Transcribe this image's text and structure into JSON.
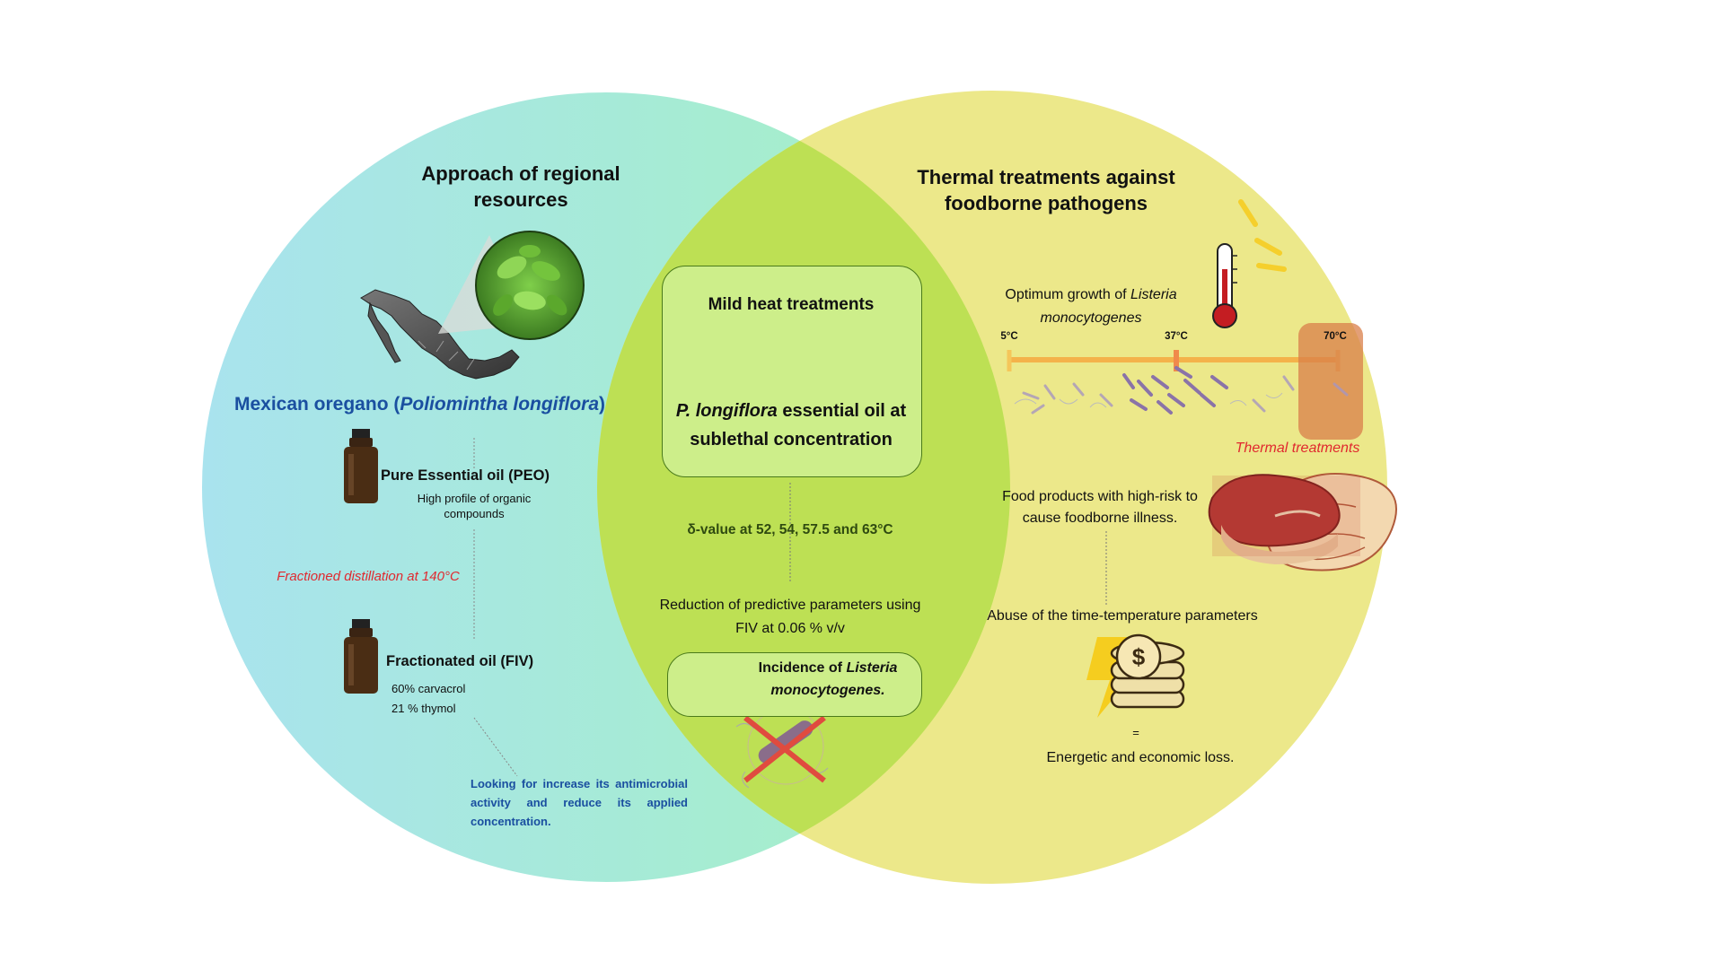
{
  "left": {
    "title": "Approach of regional resources",
    "oregano_prefix": "Mexican oregano (",
    "oregano_species": "Poliomintha longiflora",
    "oregano_suffix": ")",
    "peo_title": "Pure Essential oil (PEO)",
    "peo_desc": "High profile of organic compounds",
    "distillation": "Fractioned distillation at 140°C",
    "fiv_title": "Fractionated oil (FIV)",
    "fiv_line1": "60% carvacrol",
    "fiv_line2": "21 % thymol",
    "goal": "Looking for increase its antimicrobial activity and reduce its applied concentration."
  },
  "center": {
    "box_line1": "Mild heat treatments",
    "box_species": "P. longiflora",
    "box_line2_rest": " essential oil at sublethal concentration",
    "delta": "δ-value at 52, 54, 57.5 and 63°C",
    "reduction": "Reduction of predictive parameters using FIV at 0.06 % v/v",
    "incidence_prefix": "Incidence of ",
    "incidence_species": "Listeria monocytogenes."
  },
  "right": {
    "title": "Thermal treatments against foodborne pathogens",
    "growth_prefix": "Optimum growth of ",
    "growth_species": "Listeria monocytogenes",
    "temp_low": "5°C",
    "temp_mid": "37°C",
    "temp_high": "70°C",
    "thermal": "Thermal treatments",
    "food": "Food products with high-risk to cause foodborne illness.",
    "abuse": "Abuse of the time-temperature parameters",
    "equals": "=",
    "loss": "Energetic and economic loss."
  },
  "colors": {
    "left_circle_start": "#a9e3ee",
    "left_circle_end": "#a6f0c4",
    "right_circle": "#ece88a",
    "overlap": "#bde054",
    "accent_red": "#e0292f",
    "accent_blue": "#1a4fa0",
    "plus_yellow": "#f7c33a",
    "plus_blue": "#58b2e3"
  }
}
